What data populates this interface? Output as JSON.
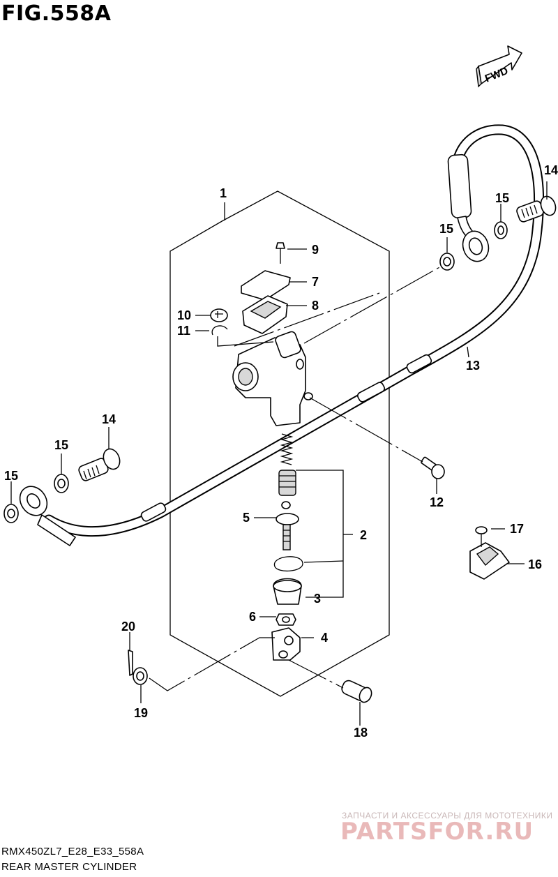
{
  "figure": {
    "title": "FIG.558A",
    "model_code": "RMX450ZL7_E28_E33_558A",
    "section_name": "REAR MASTER CYLINDER",
    "direction_marker": "FWD"
  },
  "callouts": {
    "c1": "1",
    "c2": "2",
    "c3": "3",
    "c4": "4",
    "c5": "5",
    "c6": "6",
    "c7": "7",
    "c8": "8",
    "c9": "9",
    "c10": "10",
    "c11": "11",
    "c12": "12",
    "c13": "13",
    "c14_top": "14",
    "c14_left": "14",
    "c15_top_a": "15",
    "c15_top_b": "15",
    "c15_left_a": "15",
    "c15_left_b": "15",
    "c16": "16",
    "c17": "17",
    "c18": "18",
    "c19": "19",
    "c20": "20"
  },
  "watermark": {
    "tagline": "ЗАПЧАСТИ И АКСЕССУАРЫ ДЛЯ МОТОТЕХНИКИ",
    "brand": "PARTSFOR.RU"
  }
}
